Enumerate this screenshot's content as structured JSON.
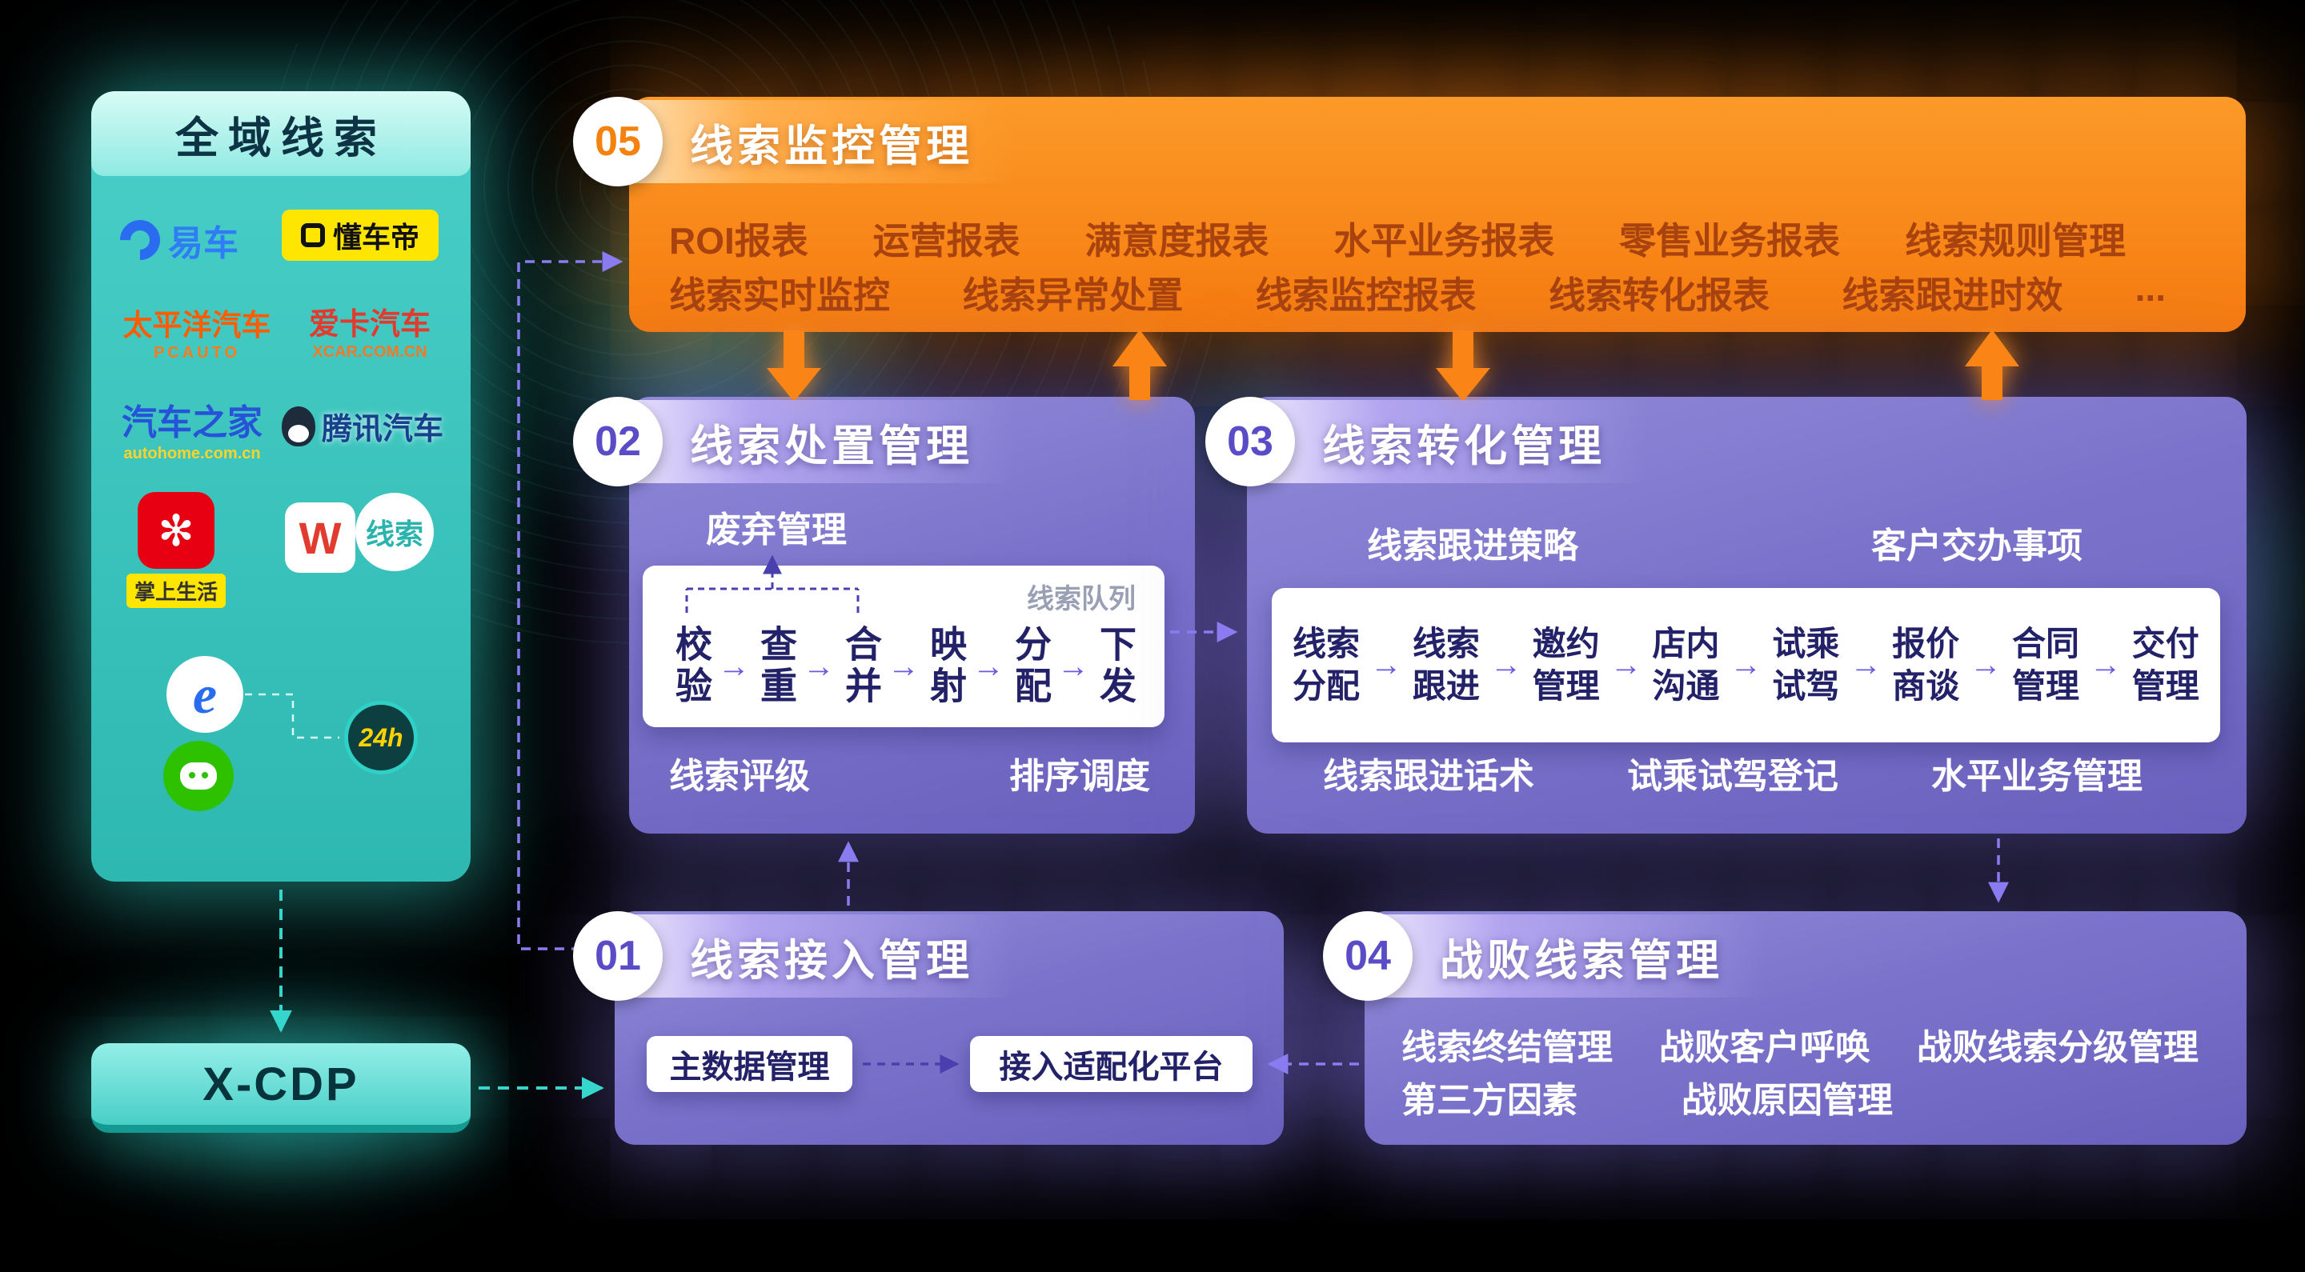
{
  "sidebar": {
    "title": "全域线索",
    "logos": {
      "yiche": "易车",
      "dongchedi": "懂车帝",
      "pcauto": "太平洋汽车",
      "pcauto_sub": "PCAUTO",
      "xcar": "爱卡汽车",
      "xcar_sub": "XCAR.COM.CN",
      "autohome": "汽车之家",
      "autohome_sub": "autohome.com.cn",
      "tencent": "腾讯汽车",
      "zhangshang": "掌上生活",
      "w_letter": "W",
      "xiansuo": "线索",
      "ie_letter": "e",
      "h24": "24h"
    }
  },
  "xcdp": {
    "label": "X-CDP"
  },
  "box05": {
    "number": "05",
    "title": "线索监控管理",
    "row1": [
      "ROI报表",
      "运营报表",
      "满意度报表",
      "水平业务报表",
      "零售业务报表",
      "线索规则管理"
    ],
    "row2": [
      "线索实时监控",
      "线索异常处置",
      "线索监控报表",
      "线索转化报表",
      "线索跟进时效",
      "..."
    ]
  },
  "box02": {
    "number": "02",
    "title": "线索处置管理",
    "discard_label": "废弃管理",
    "queue_label": "线索队列",
    "steps": [
      "校验",
      "查重",
      "合并",
      "映射",
      "分配",
      "下发"
    ],
    "bottom": [
      "线索评级",
      "排序调度"
    ]
  },
  "box03": {
    "number": "03",
    "title": "线索转化管理",
    "top": [
      "线索跟进策略",
      "客户交办事项"
    ],
    "steps": [
      "线索\n分配",
      "线索\n跟进",
      "邀约\n管理",
      "店内\n沟通",
      "试乘\n试驾",
      "报价\n商谈",
      "合同\n管理",
      "交付\n管理"
    ],
    "bottom": [
      "线索跟进话术",
      "试乘试驾登记",
      "水平业务管理"
    ]
  },
  "box01": {
    "number": "01",
    "title": "线索接入管理",
    "items": [
      "主数据管理",
      "接入适配化平台"
    ]
  },
  "box04": {
    "number": "04",
    "title": "战败线索管理",
    "row1": [
      "线索终结管理",
      "战败客户呼唤",
      "战败线索分级管理"
    ],
    "row2": [
      "第三方因素",
      "战败原因管理"
    ]
  }
}
